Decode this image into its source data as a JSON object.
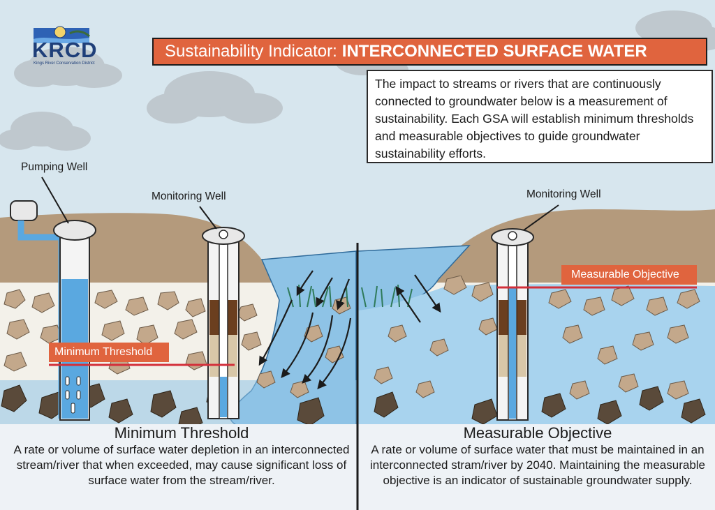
{
  "logo": {
    "text": "KRCD",
    "subtitle": "Kings River Conservation District"
  },
  "title": {
    "prefix": "Sustainability Indicator:",
    "emphasis": "INTERCONNECTED SURFACE WATER"
  },
  "intro": "The impact to streams or rivers that are continuously connected to groundwater below is a measurement of sustainability. Each GSA will establish minimum thresholds and measurable objectives to guide groundwater sustainability efforts.",
  "labels": {
    "pumping_well": "Pumping Well",
    "monitoring_well_left": "Monitoring Well",
    "monitoring_well_right": "Monitoring Well",
    "minimum_threshold_tag": "Minimum Threshold",
    "measurable_objective_tag": "Measurable Objective"
  },
  "captions": {
    "minimum_threshold": {
      "heading": "Minimum Threshold",
      "body": "A rate or volume of surface water depletion in an interconnected stream/river that when exceeded, may cause significant loss of surface water from the stream/river."
    },
    "measurable_objective": {
      "heading": "Measurable Objective",
      "body": "A rate or volume of surface water that must be maintained in an interconnected stram/river by 2040. Maintaining the measurable objective is an indicator of sustainable groundwater supply."
    }
  },
  "colors": {
    "accent": "#e0643e",
    "sky": "#d7e6ee",
    "soil": "#b49a7c",
    "water": "#8ec3e6",
    "threshold_line": "#d32f3a",
    "logo_blue": "#1f3f79"
  },
  "icons": [
    "kings-river-logo-icon",
    "pumping-well-icon",
    "monitoring-well-icon",
    "flow-arrow-icon",
    "reeds-icon",
    "cloud-icon"
  ]
}
